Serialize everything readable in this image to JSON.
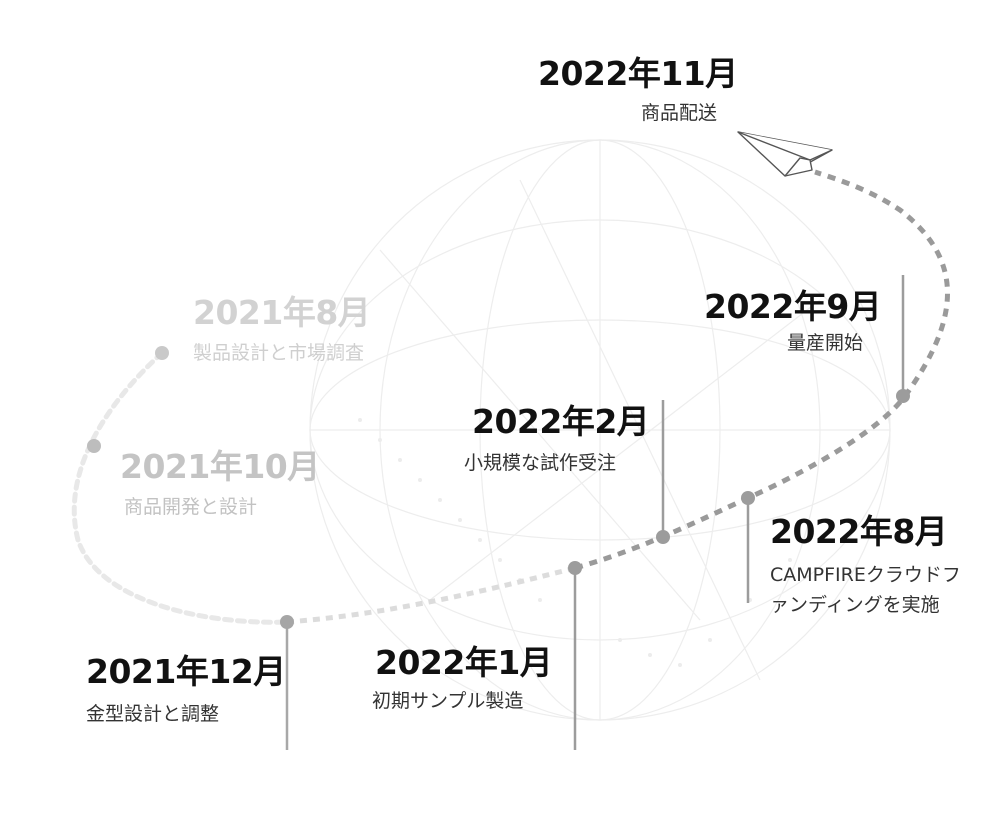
{
  "milestones": [
    {
      "id": "2021-08",
      "date": "2021年8月",
      "desc": "製品設計と市場調査"
    },
    {
      "id": "2021-10",
      "date": "2021年10月",
      "desc": "商品開発と設計"
    },
    {
      "id": "2021-12",
      "date": "2021年12月",
      "desc": "金型設計と調整"
    },
    {
      "id": "2022-01",
      "date": "2022年1月",
      "desc": "初期サンプル製造"
    },
    {
      "id": "2022-02",
      "date": "2022年2月",
      "desc": "小規模な試作受注"
    },
    {
      "id": "2022-08",
      "date": "2022年8月",
      "desc_line1": "CAMPFIREクラウドフ",
      "desc_line2": "ァンディングを実施"
    },
    {
      "id": "2022-09",
      "date": "2022年9月",
      "desc": "量産開始"
    },
    {
      "id": "2022-11",
      "date": "2022年11月",
      "desc": "商品配送"
    }
  ],
  "colors": {
    "path_dark": "#9a9a9a",
    "path_faded": "#e6e6e6",
    "dot_dark": "#9c9c9c",
    "dot_faded": "#c8c8c8",
    "text_dark": "#111111",
    "text_faded": "#d2d2d2"
  },
  "icons": {
    "end_marker": "paper-plane-icon",
    "background": "globe-icon"
  }
}
